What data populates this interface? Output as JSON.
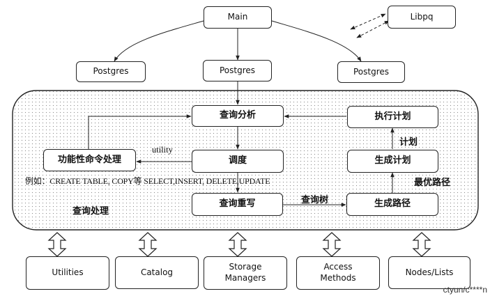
{
  "nodes": {
    "main": "Main",
    "libpq": "Libpq",
    "postgres_left": "Postgres",
    "postgres_center": "Postgres",
    "postgres_right": "Postgres",
    "query_analysis": "查询分析",
    "execute_plan": "执行计划",
    "utility_command": "功能性命令处理",
    "dispatch": "调度",
    "generate_plan": "生成计划",
    "query_rewrite": "查询重写",
    "generate_path": "生成路径",
    "utilities": "Utilities",
    "catalog": "Catalog",
    "storage_managers": "Storage\nManagers",
    "access_methods": "Access\nMethods",
    "nodes_lists": "Nodes/Lists"
  },
  "labels": {
    "utility": "utility",
    "plan": "计划",
    "optimal_path": "最优路径",
    "query_tree": "查询树",
    "example": "例如：CREATE TABLE, COPY等   SELECT,INSERT, DELETE,UPDATE",
    "query_processing": "查询处理"
  },
  "watermark": "ctyun/c****n"
}
